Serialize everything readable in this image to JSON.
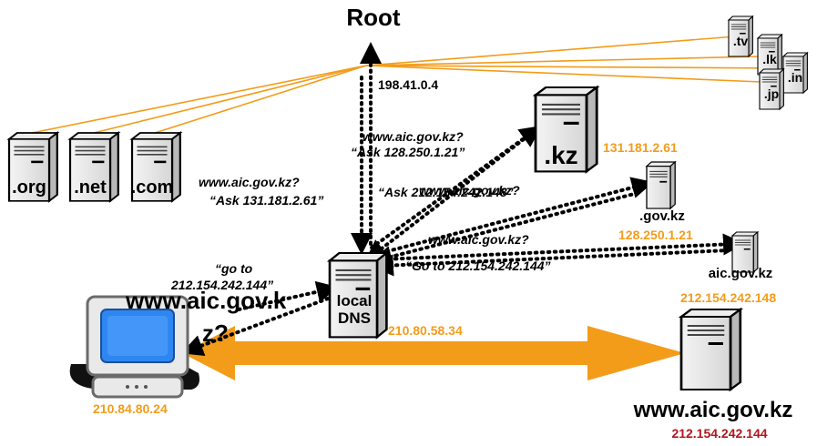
{
  "root": {
    "label": "Root",
    "ip": "198.41.0.4"
  },
  "tlds_left": [
    ".org",
    ".net",
    ".com"
  ],
  "tlds_right": [
    ".tv",
    ".lk",
    ".in",
    ".jp"
  ],
  "kz_server": {
    "label": ".kz",
    "ip": "131.181.2.61"
  },
  "gov_server": {
    "label": ".gov.kz",
    "ip": "128.250.1.21"
  },
  "aic_server": {
    "label": "aic.gov.kz",
    "ip": "212.154.242.148"
  },
  "local_dns": {
    "line1": "local",
    "line2": "DNS",
    "ip": "210.80.58.34"
  },
  "client": {
    "ip": "210.84.80.24",
    "query_line1": "www.aic.gov.k",
    "query_line2": "z?"
  },
  "web_server": {
    "label": "www.aic.gov.kz",
    "ip": "212.154.242.144"
  },
  "messages": {
    "q_root": "www.aic.gov.kz?",
    "a_root": "“Ask 131.181.2.61”",
    "q_kz": "www.aic.gov.kz?",
    "a_kz": "“Ask 128.250.1.21”",
    "q_gov": "www.aic.gov.kz?",
    "a_gov": "“Ask 212.154.242.148”",
    "q_aic": "www.aic.gov.kz?",
    "a_aic": "“Go to 212.154.242.144”",
    "reply_l1": "“go to",
    "reply_l2": "212.154.242.144”"
  },
  "colors": {
    "orange": "#F39C1A",
    "red": "#B0161C",
    "screen": "#2E86F0"
  }
}
